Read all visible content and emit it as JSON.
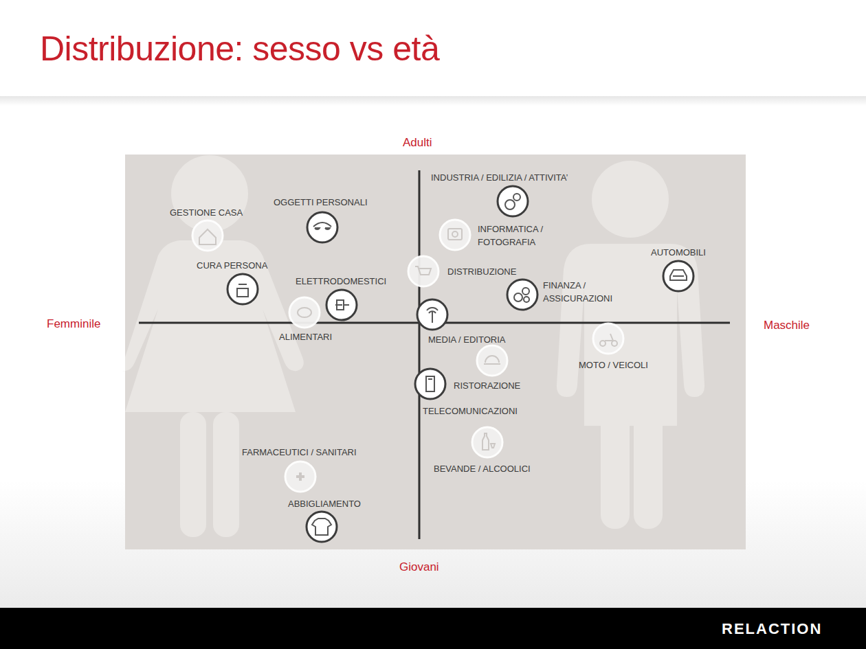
{
  "diagram": {
    "title": "Distribuzione: sesso vs età",
    "labels": [
      "Adulti",
      "Femminile",
      "Maschile",
      "Giovani",
      "INDUSTRIA / EDILIZIA / ATTIVITA’",
      "GESTIONE CASA",
      "OGGETTI PERSONALI",
      "INFORMATICA / FOTOGRAFIA",
      "AUTOMOBILI",
      "CURA PERSONA",
      "DISTRIBUZIONE",
      "ELETTRODOMESTICI",
      "FINANZA / ASSICURAZIONI",
      "ALIMENTARI",
      "MEDIA / EDITORIA",
      "MOTO / VEICOLI",
      "RISTORAZIONE",
      "TELECOMUNICAZIONI",
      "FARMACEUTICI / SANITARI",
      "BEVANDE / ALCOOLICI",
      "ABBIGLIAMENTO",
      "RELACTION"
    ]
  }
}
